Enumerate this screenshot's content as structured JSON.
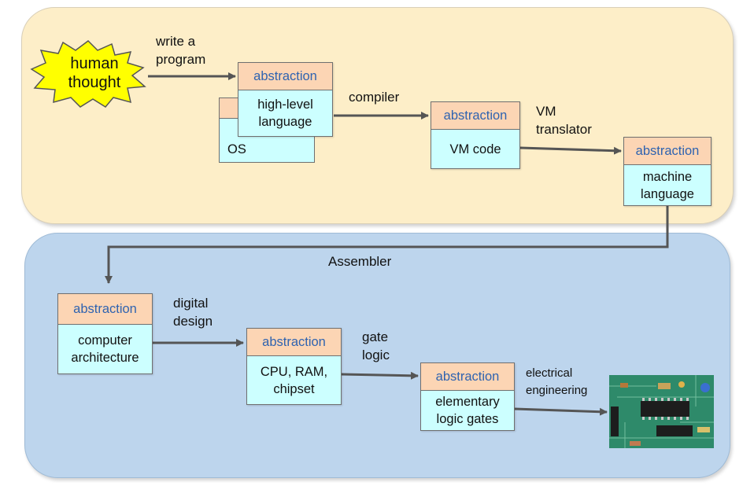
{
  "diagram": {
    "start": {
      "text": "human\nthought"
    },
    "top_labels": {
      "write_program": "write a\nprogram",
      "compiler": "compiler",
      "vm_translator": "VM\ntranslator",
      "assembler": "Assembler"
    },
    "bottom_labels": {
      "digital_design": "digital\ndesign",
      "gate_logic": "gate\nlogic",
      "electrical_engineering": "electrical\nengineering"
    },
    "boxes": {
      "high_level": {
        "head": "abstraction",
        "body": "high-level\nlanguage"
      },
      "os": {
        "body": "OS"
      },
      "vm_code": {
        "head": "abstraction",
        "body": "VM code"
      },
      "machine_language": {
        "head": "abstraction",
        "body": "machine\nlanguage"
      },
      "computer_architecture": {
        "head": "abstraction",
        "body": "computer\narchitecture"
      },
      "cpu_ram": {
        "head": "abstraction",
        "body": "CPU, RAM,\nchipset"
      },
      "logic_gates": {
        "head": "abstraction",
        "body": "elementary\nlogic gates"
      }
    },
    "colors": {
      "top_panel": "#fdeec8",
      "bottom_panel": "#bdd5ed",
      "box_head": "#fcd5b4",
      "box_body": "#ccffff",
      "head_text": "#2f63b0",
      "arrow": "#555555",
      "burst": "#ffff00"
    },
    "image": {
      "name": "circuit-board-photo"
    }
  }
}
